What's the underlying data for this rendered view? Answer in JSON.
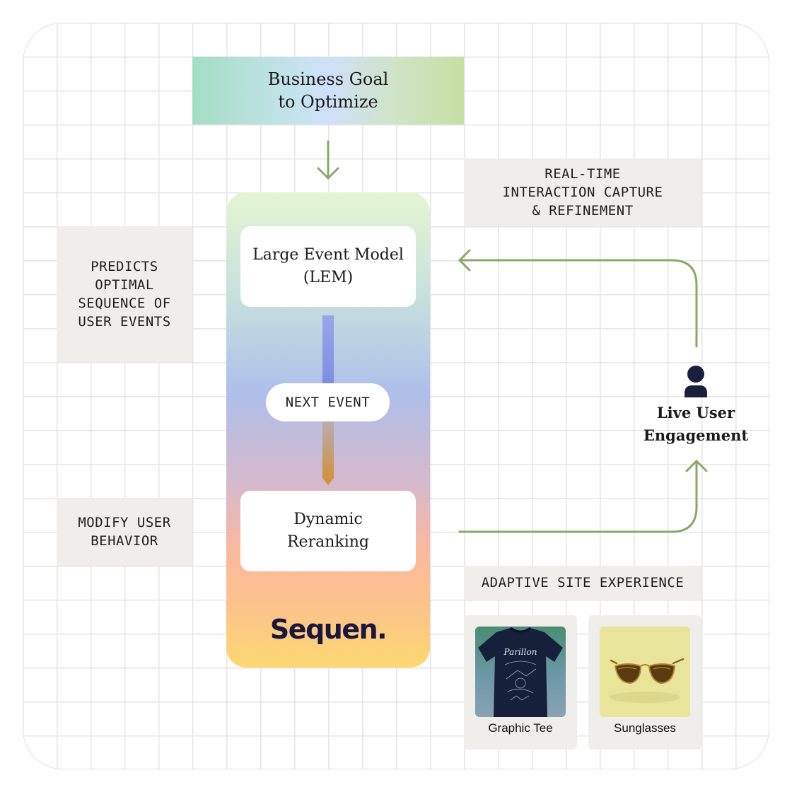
{
  "goal": {
    "line1": "Business Goal",
    "line2": "to Optimize"
  },
  "lem": {
    "line1": "Large Event Model",
    "line2": "(LEM)"
  },
  "next_event": "NEXT EVENT",
  "reranking": {
    "line1": "Dynamic",
    "line2": "Reranking"
  },
  "brand": "Sequen.",
  "predicts": {
    "line1": "PREDICTS",
    "line2": "OPTIMAL",
    "line3": "SEQUENCE OF",
    "line4": "USER EVENTS"
  },
  "modify": {
    "line1": "MODIFY USER",
    "line2": "BEHAVIOR"
  },
  "realtime": {
    "line1": "REAL-TIME",
    "line2": "INTERACTION CAPTURE",
    "line3": "& REFINEMENT"
  },
  "live_user": {
    "line1": "Live User",
    "line2": "Engagement"
  },
  "adaptive": "ADAPTIVE SITE EXPERIENCE",
  "products": [
    {
      "label": "Graphic Tee",
      "print_text": "Parillon"
    },
    {
      "label": "Sunglasses"
    }
  ],
  "colors": {
    "arrow": "#8aa86a",
    "brand_text": "#1b1640",
    "note_bg": "#efeeea"
  }
}
